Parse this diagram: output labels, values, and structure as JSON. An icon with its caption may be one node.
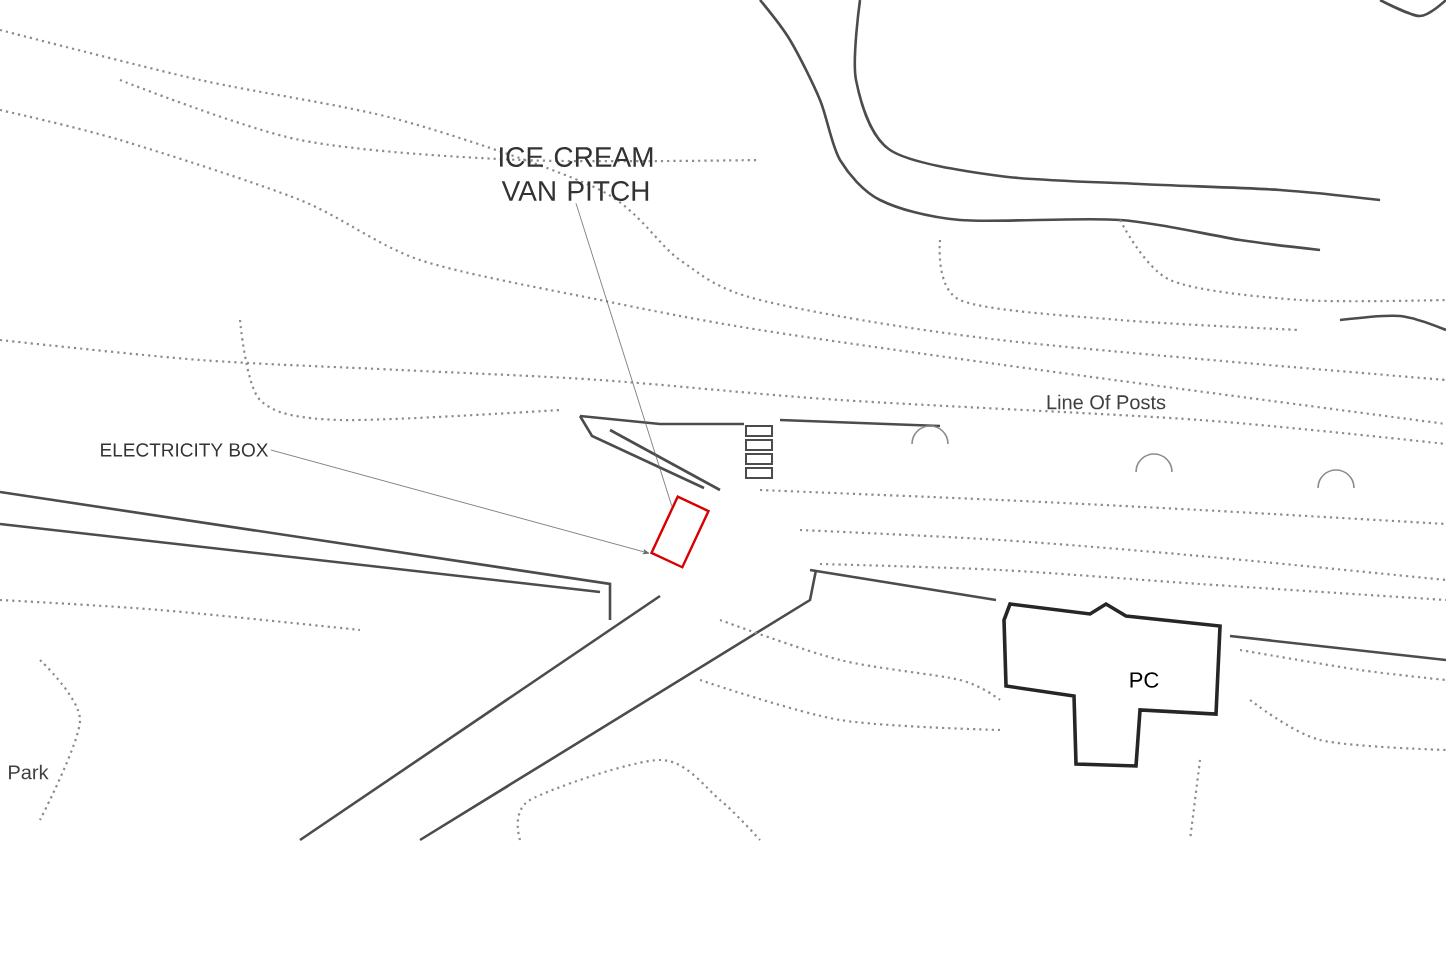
{
  "diagram": {
    "nodes": [
      {
        "text": [
          "ICE CREAM VAN PITCH"
        ]
      },
      {
        "text": [
          "ELECTRICITY BOX"
        ]
      },
      {
        "text": [],
        "shape": "box"
      },
      {
        "text": [
          "PC"
        ]
      }
    ],
    "edges": [
      {
        "from": 0,
        "to": 2,
        "arrow": "none"
      },
      {
        "from": 1,
        "to": 2,
        "arrow": "to"
      }
    ],
    "labels": [
      "Line Of Posts",
      "Park"
    ]
  }
}
